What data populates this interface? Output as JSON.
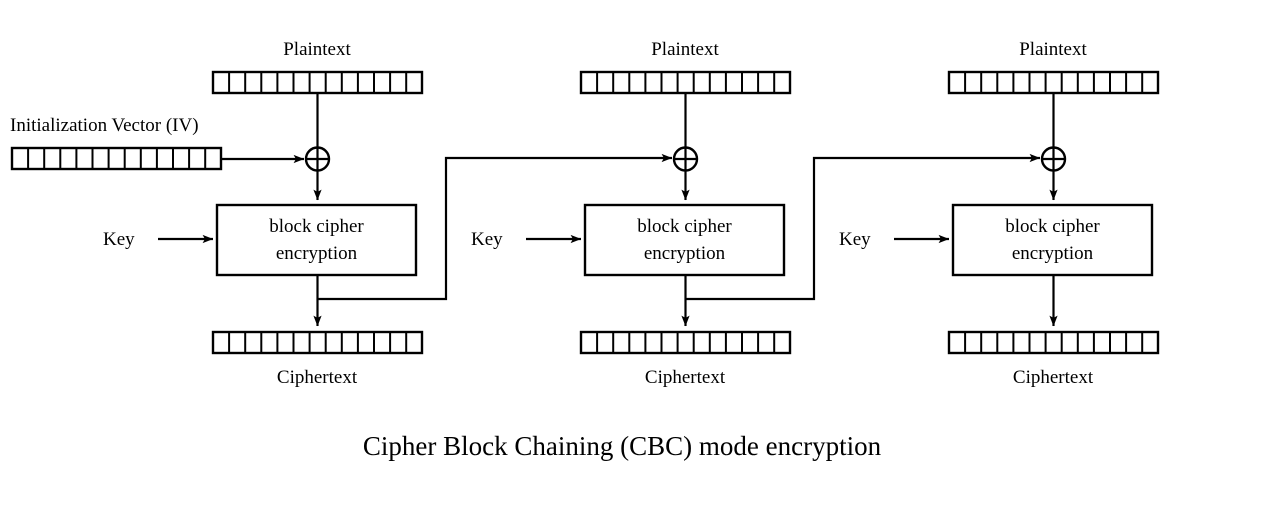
{
  "diagram": {
    "caption": "Cipher Block Chaining (CBC) mode encryption",
    "iv_label": "Initialization Vector (IV)",
    "cells_per_block": 13,
    "colors": {
      "background": "#ffffff",
      "stroke": "#000000",
      "text": "#000000"
    },
    "stages": [
      {
        "id": "stage-1",
        "plaintext_label": "Plaintext",
        "ciphertext_label": "Ciphertext",
        "key_label": "Key",
        "cipher_line1": "block cipher",
        "cipher_line2": "encryption",
        "xor_symbol": "xor",
        "has_iv_input": true,
        "feeds_forward": true
      },
      {
        "id": "stage-2",
        "plaintext_label": "Plaintext",
        "ciphertext_label": "Ciphertext",
        "key_label": "Key",
        "cipher_line1": "block cipher",
        "cipher_line2": "encryption",
        "xor_symbol": "xor",
        "has_iv_input": false,
        "feeds_forward": true
      },
      {
        "id": "stage-3",
        "plaintext_label": "Plaintext",
        "ciphertext_label": "Ciphertext",
        "key_label": "Key",
        "cipher_line1": "block cipher",
        "cipher_line2": "encryption",
        "xor_symbol": "xor",
        "has_iv_input": false,
        "feeds_forward": false
      }
    ]
  }
}
